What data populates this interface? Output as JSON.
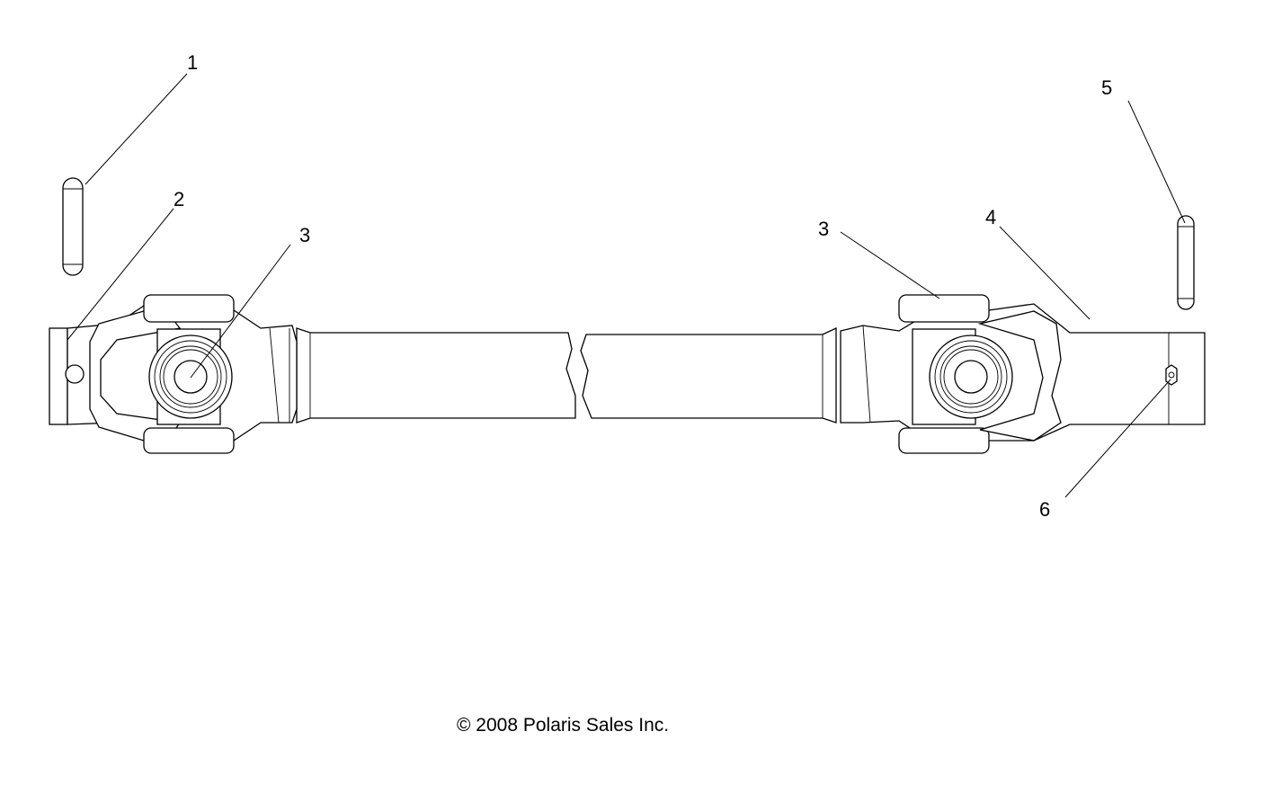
{
  "callouts": [
    {
      "id": "1",
      "label": "1"
    },
    {
      "id": "2",
      "label": "2"
    },
    {
      "id": "3a",
      "label": "3"
    },
    {
      "id": "3b",
      "label": "3"
    },
    {
      "id": "4",
      "label": "4"
    },
    {
      "id": "5",
      "label": "5"
    },
    {
      "id": "6",
      "label": "6"
    }
  ],
  "copyright": "© 2008 Polaris Sales Inc."
}
